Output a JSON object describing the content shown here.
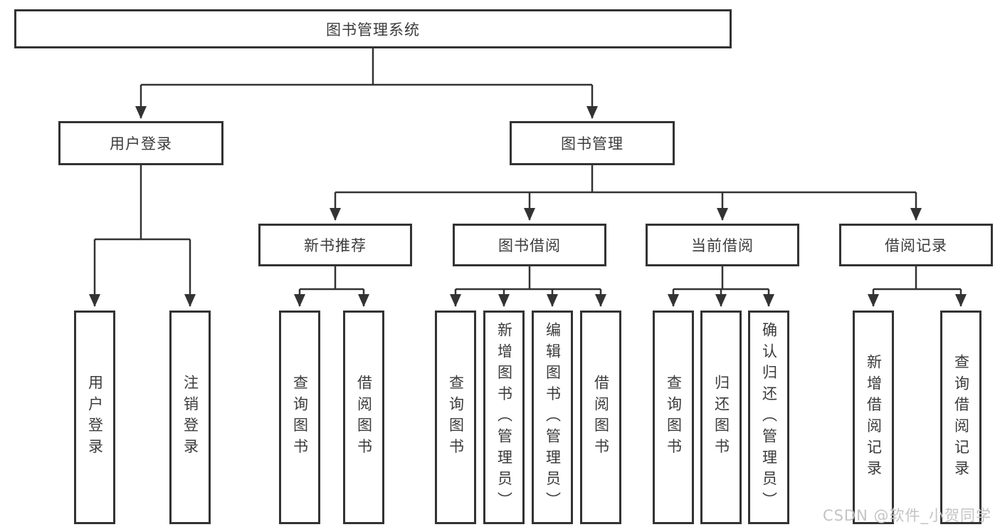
{
  "diagram": {
    "root": {
      "label": "图书管理系统"
    },
    "level1": {
      "user_login": {
        "label": "用户登录"
      },
      "book_management": {
        "label": "图书管理"
      }
    },
    "level2": {
      "new_book_recommend": {
        "label": "新书推荐"
      },
      "book_borrowing": {
        "label": "图书借阅"
      },
      "current_borrowing": {
        "label": "当前借阅"
      },
      "borrowing_records": {
        "label": "借阅记录"
      }
    },
    "leaves": {
      "user_login": {
        "label": "用户登录"
      },
      "logout_login": {
        "label": "注销登录"
      },
      "nbr_query_books": {
        "label": "查询图书"
      },
      "nbr_borrow_books": {
        "label": "借阅图书"
      },
      "bb_query_books": {
        "label": "查询图书"
      },
      "bb_add_books_admin": {
        "label": "新增图书（管理员）"
      },
      "bb_edit_books_admin": {
        "label": "编辑图书（管理员）"
      },
      "bb_borrow_books": {
        "label": "借阅图书"
      },
      "cb_query_books": {
        "label": "查询图书"
      },
      "cb_return_books": {
        "label": "归还图书"
      },
      "cb_confirm_return_admin": {
        "label": "确认归还（管理员）"
      },
      "br_add_record": {
        "label": "新增借阅记录"
      },
      "br_query_record": {
        "label": "查询借阅记录"
      }
    }
  },
  "watermark": {
    "text": "CSDN @软件_小贺同学"
  },
  "colors": {
    "line": "#333333",
    "border": "#333333",
    "text": "#3b3b3b",
    "watermark": "#c4c4c4",
    "background": "#ffffff"
  }
}
